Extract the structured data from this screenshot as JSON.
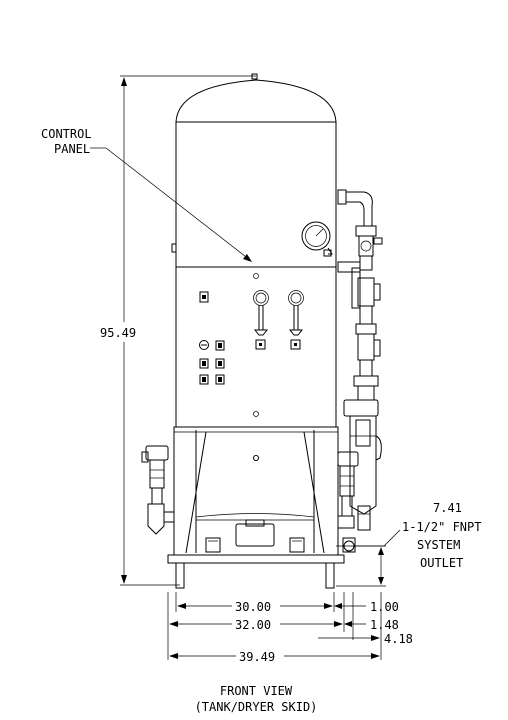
{
  "labels": {
    "control_panel_line1": "CONTROL",
    "control_panel_line2": "PANEL",
    "outlet_line1": "1-1/2\" FNPT",
    "outlet_line2": "SYSTEM",
    "outlet_line3": "OUTLET",
    "view_title_line1": "FRONT VIEW",
    "view_title_line2": "(TANK/DRYER SKID)"
  },
  "dimensions": {
    "overall_height": "95.49",
    "outlet_height": "7.41",
    "skid_inner_width": "30.00",
    "skid_outer_width": "32.00",
    "overall_width": "39.49",
    "outlet_offset_1": "1.00",
    "outlet_offset_2": "1.48",
    "outlet_offset_3": "4.18"
  }
}
